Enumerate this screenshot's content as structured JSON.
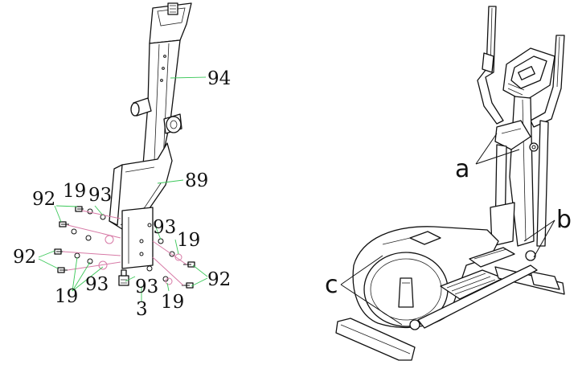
{
  "left_assembly": {
    "labels": {
      "p94": "94",
      "p89": "89",
      "p92_a": "92",
      "p19_a": "19",
      "p93_a": "93",
      "p93_b": "93",
      "p19_b": "19",
      "p92_b": "92",
      "p93_c": "93",
      "p19_c": "19",
      "p93_d": "93",
      "p3": "3",
      "p19_d": "19",
      "p92_c": "92"
    }
  },
  "right_assembly": {
    "labels": {
      "a": "a",
      "b": "b",
      "c": "c"
    }
  },
  "colors": {
    "line": "#111111",
    "leader_green": "#3cc85a",
    "washer_pink": "#d77aa6"
  }
}
